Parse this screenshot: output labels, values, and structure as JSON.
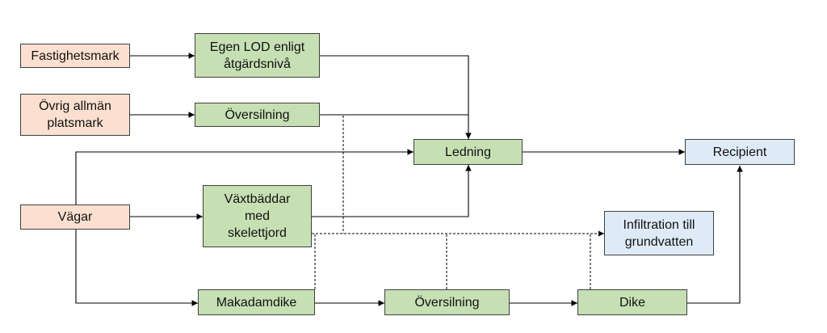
{
  "nodes": {
    "fastighetsmark": "Fastighetsmark",
    "ovrig_allman": "Övrig allmän\nplatsmark",
    "vagar": "Vägar",
    "egen_lod": "Egen LOD enligt\nåtgärdsnivå",
    "oversilning_top": "Översilning",
    "ledning": "Ledning",
    "vaxtbaddar": "Växtbäddar\nmed\nskelettjord",
    "recipient": "Recipient",
    "infiltration": "Infiltration till\ngrundvatten",
    "makadamdike": "Makadamdike",
    "oversilning_bottom": "Översilning",
    "dike": "Dike"
  },
  "colors": {
    "source_fill": "#fbe0d0",
    "process_fill": "#c6e0b4",
    "destination_fill": "#deebf7",
    "border": "#3f3f3f",
    "connector": "#000000"
  }
}
